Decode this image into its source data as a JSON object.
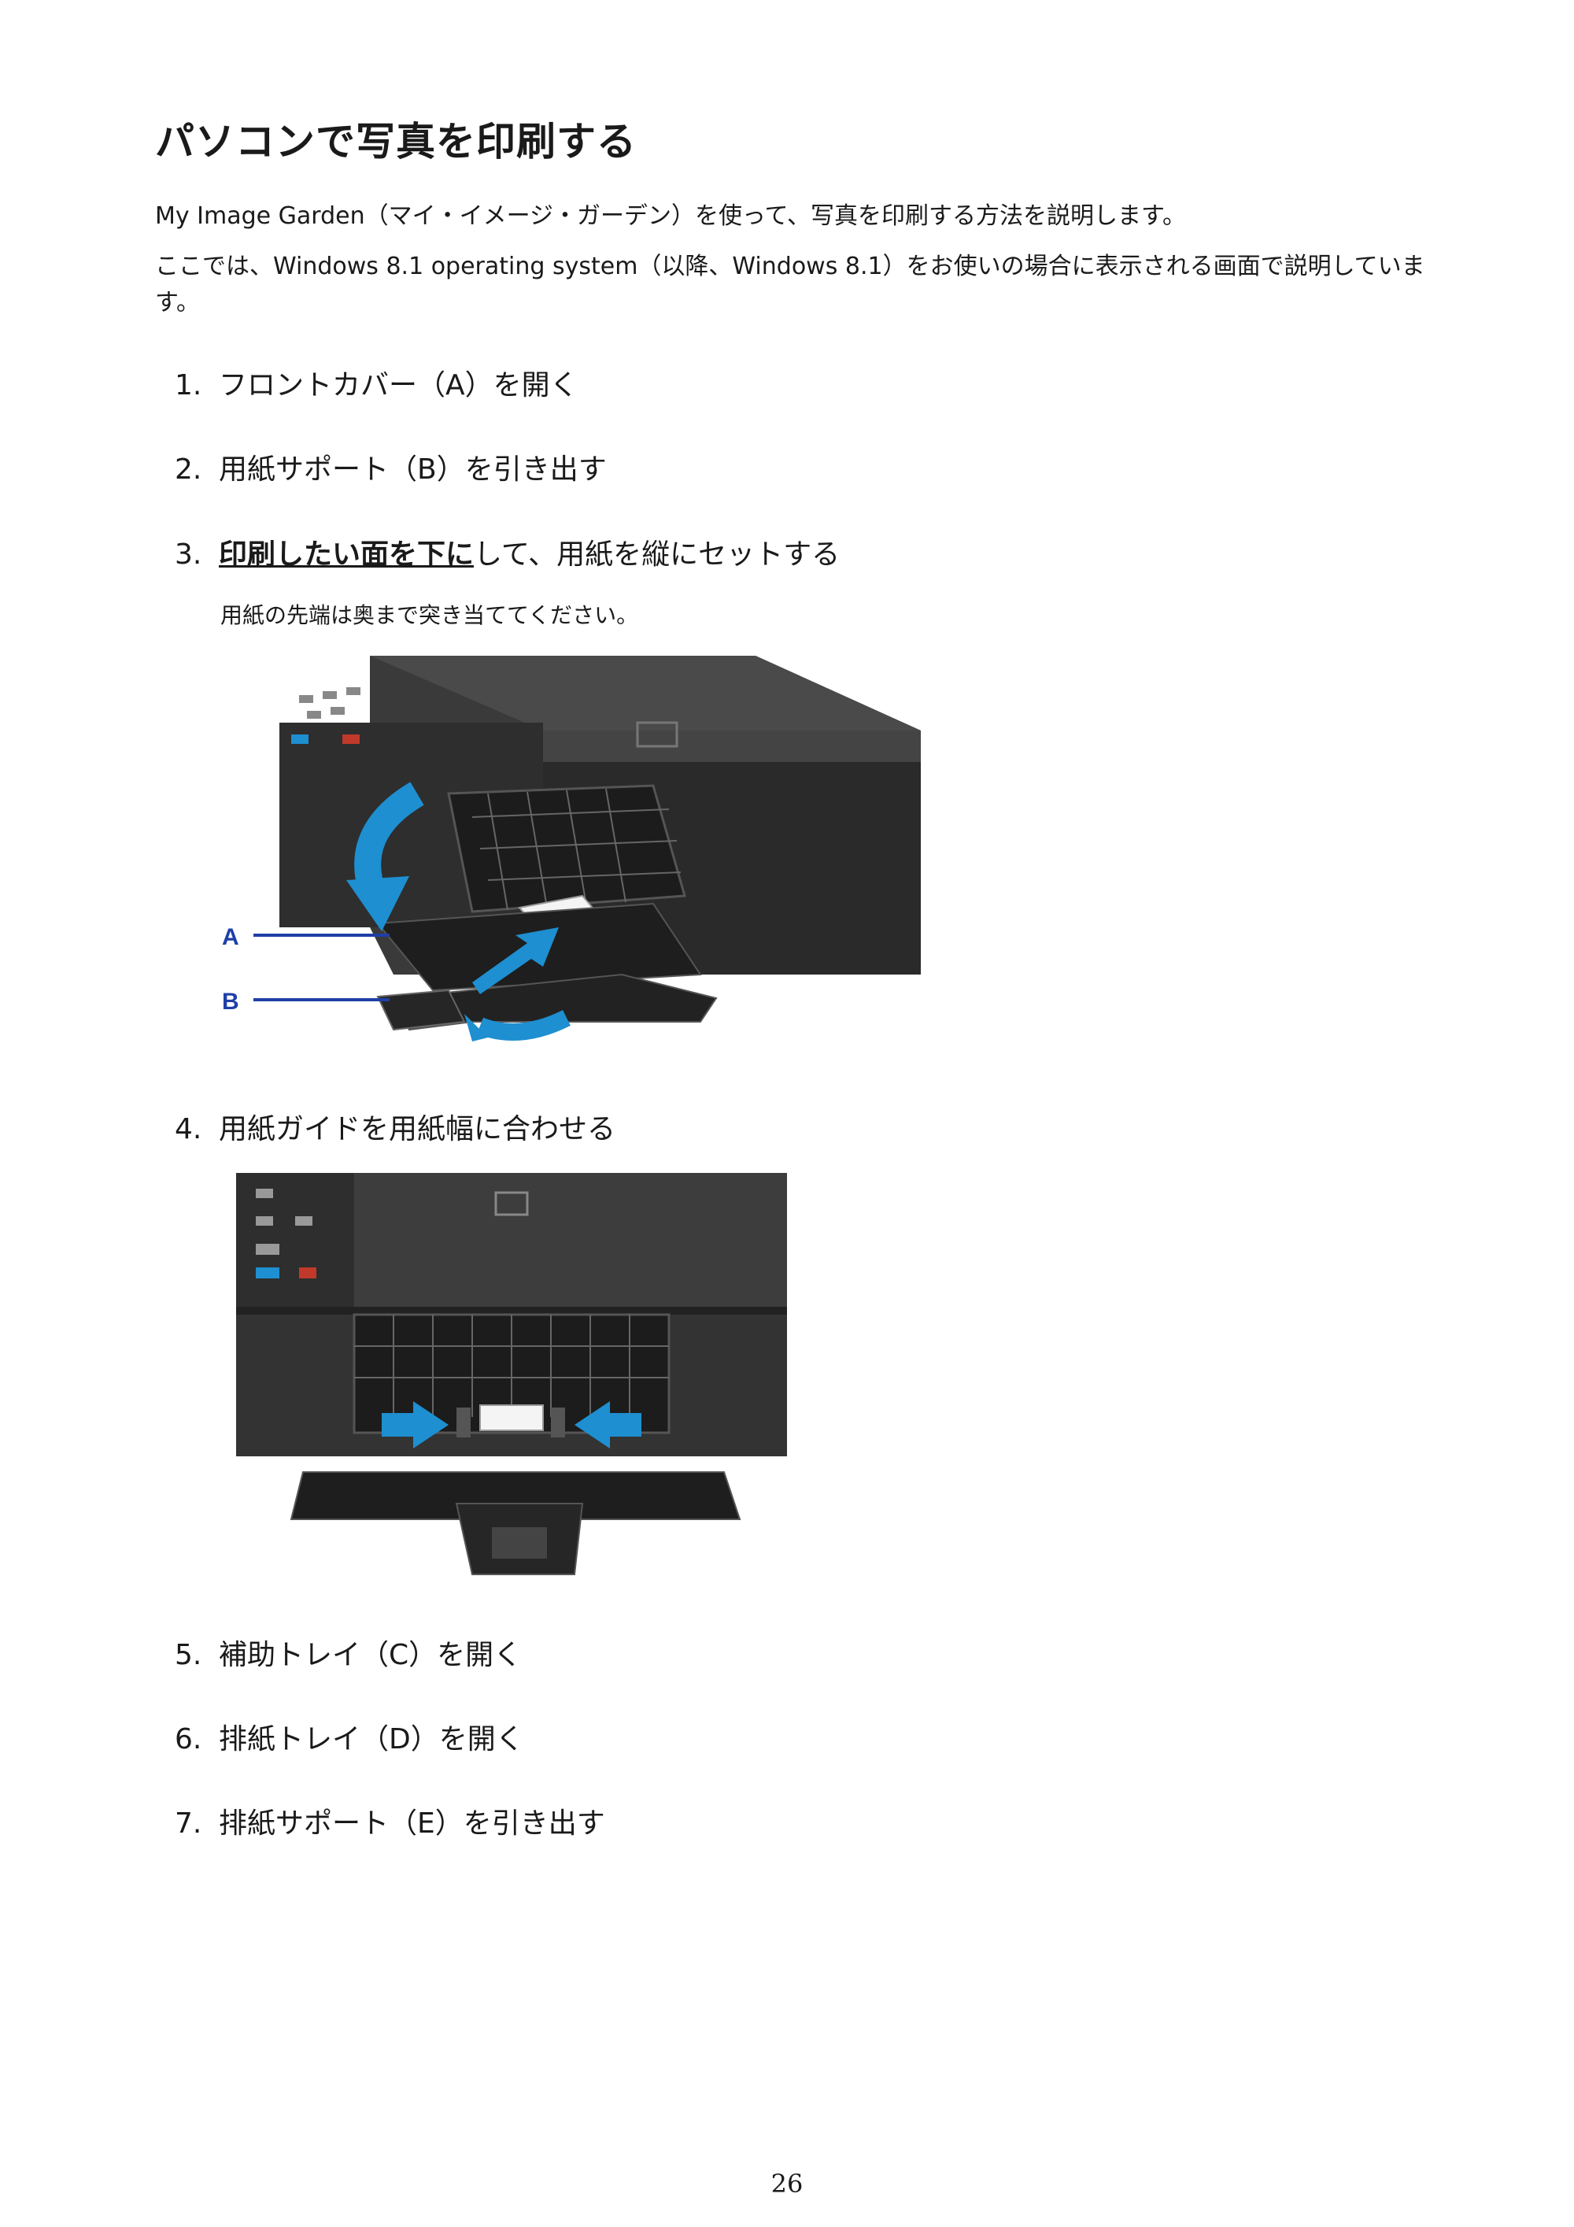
{
  "title": "パソコンで写真を印刷する",
  "intro": [
    "My Image Garden（マイ・イメージ・ガーデン）を使って、写真を印刷する方法を説明します。",
    "ここでは、Windows 8.1 operating system（以降、Windows 8.1）をお使いの場合に表示される画面で説明しています。"
  ],
  "steps": [
    {
      "num": "1.",
      "text": "フロントカバー（A）を開く"
    },
    {
      "num": "2.",
      "text": "用紙サポート（B）を引き出す"
    },
    {
      "num": "3.",
      "emphasis": "印刷したい面を下に",
      "text": "して、用紙を縦にセットする",
      "note": "用紙の先端は奥まで突き当ててください。"
    },
    {
      "num": "4.",
      "text": "用紙ガイドを用紙幅に合わせる"
    },
    {
      "num": "5.",
      "text": "補助トレイ（C）を開く"
    },
    {
      "num": "6.",
      "text": "排紙トレイ（D）を開く"
    },
    {
      "num": "7.",
      "text": "排紙サポート（E）を引き出す"
    }
  ],
  "figure1": {
    "label_a": "A",
    "label_b": "B"
  },
  "colors": {
    "accent_blue": "#1e8fd0",
    "label_blue": "#1f3fa8",
    "printer_body": "#2b2b2b"
  },
  "page_number": "26"
}
